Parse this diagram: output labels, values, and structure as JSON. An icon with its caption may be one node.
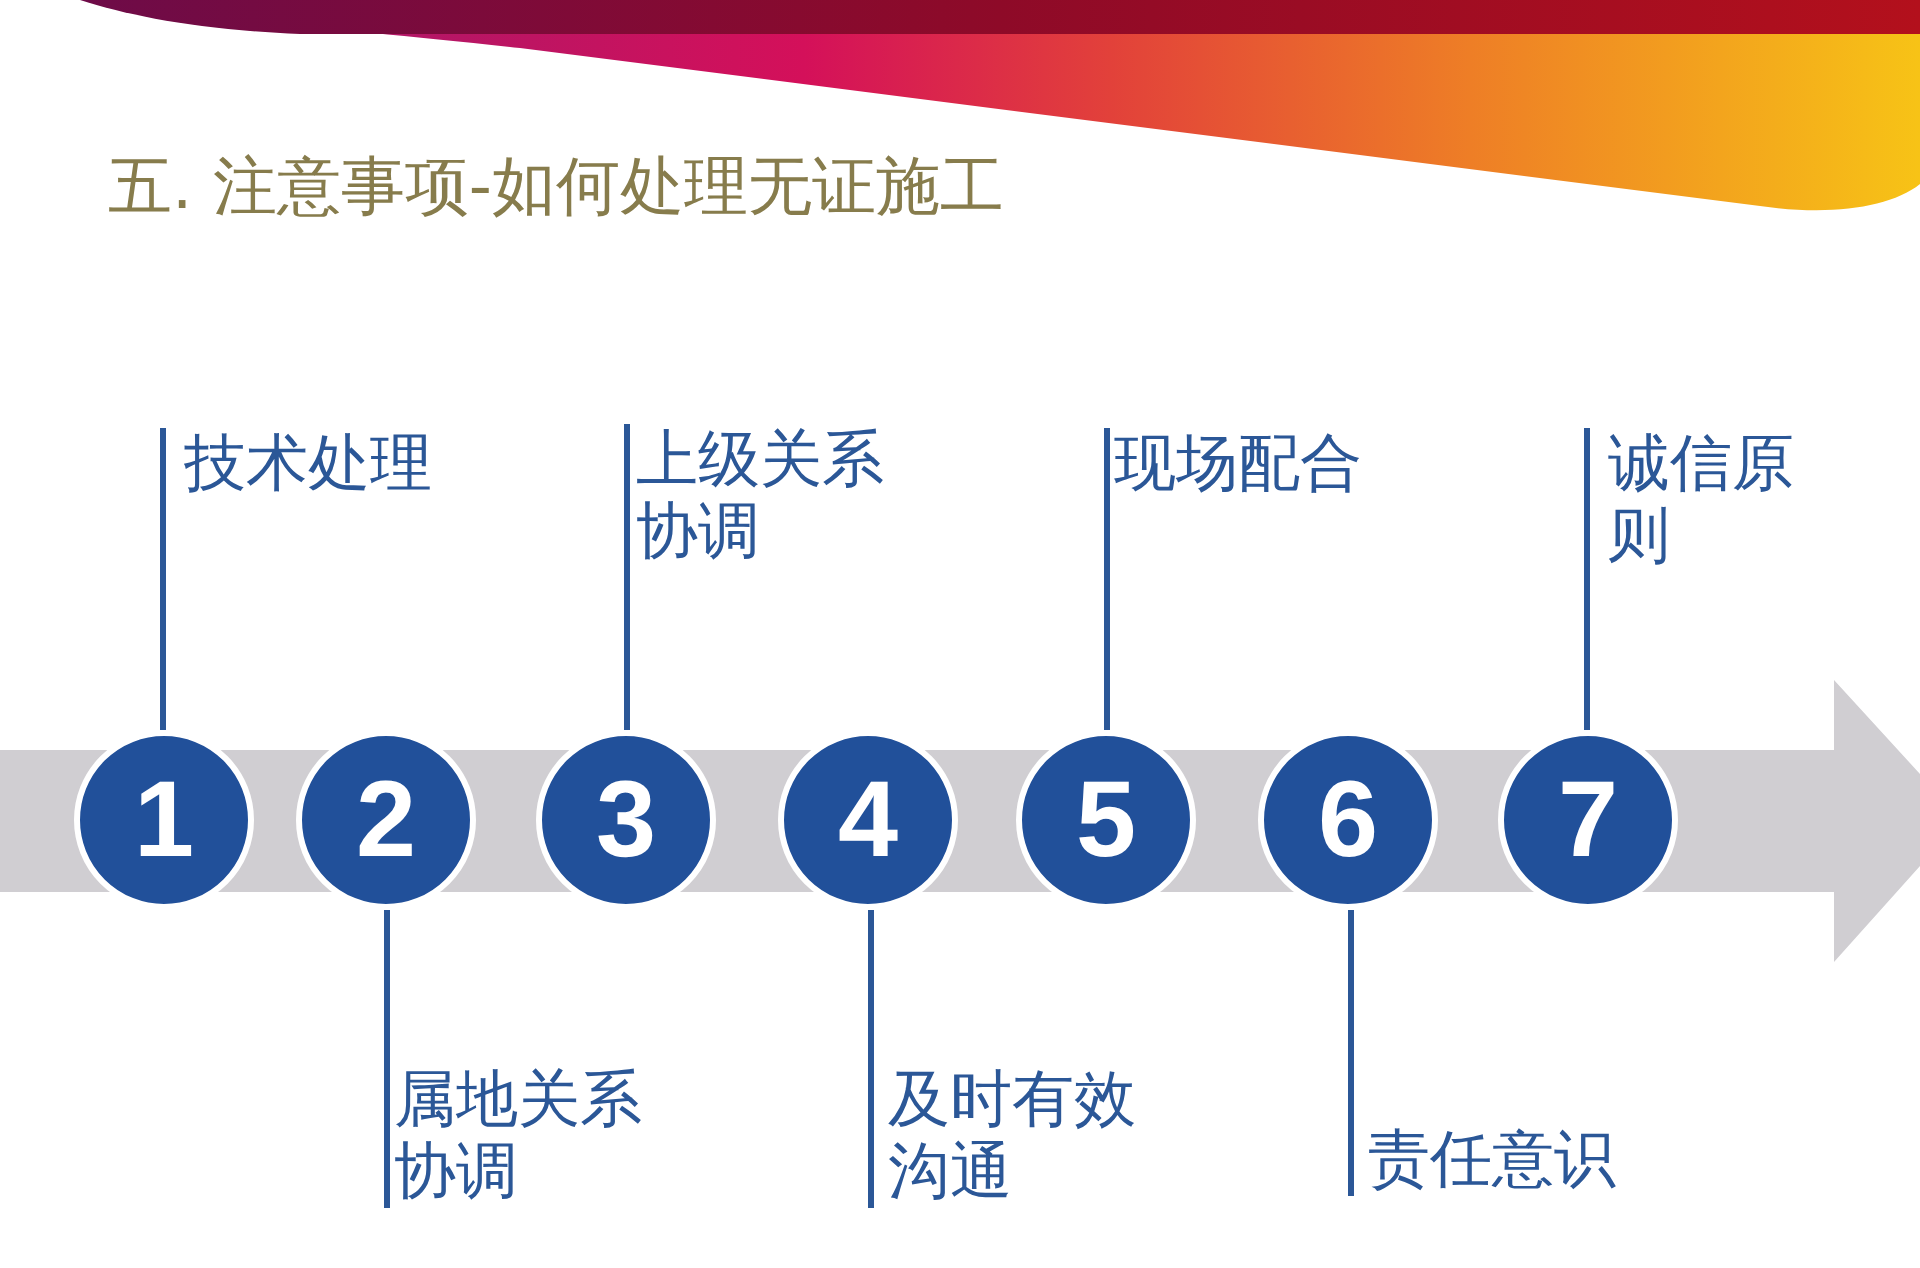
{
  "diagram": {
    "title": "五. 注意事项-如何处理无证施工",
    "nodes": [
      {
        "text": [
          "1"
        ]
      },
      {
        "text": [
          "2"
        ]
      },
      {
        "text": [
          "3"
        ]
      },
      {
        "text": [
          "4"
        ]
      },
      {
        "text": [
          "5"
        ]
      },
      {
        "text": [
          "6"
        ]
      },
      {
        "text": [
          "7"
        ]
      },
      {
        "text": [
          "技术处理"
        ]
      },
      {
        "text": [
          "属地关系协调"
        ]
      },
      {
        "text": [
          "上级关系协调"
        ]
      },
      {
        "text": [
          "及时有效沟通"
        ]
      },
      {
        "text": [
          "现场配合"
        ]
      },
      {
        "text": [
          "责任意识"
        ]
      },
      {
        "text": [
          "诚信原则"
        ]
      }
    ],
    "edges": [
      {
        "from": 7,
        "to": 0,
        "arrow": "none"
      },
      {
        "from": 8,
        "to": 1,
        "arrow": "none"
      },
      {
        "from": 9,
        "to": 2,
        "arrow": "none"
      },
      {
        "from": 10,
        "to": 3,
        "arrow": "none"
      },
      {
        "from": 11,
        "to": 4,
        "arrow": "none"
      },
      {
        "from": 12,
        "to": 5,
        "arrow": "none"
      },
      {
        "from": 13,
        "to": 6,
        "arrow": "none"
      }
    ]
  }
}
